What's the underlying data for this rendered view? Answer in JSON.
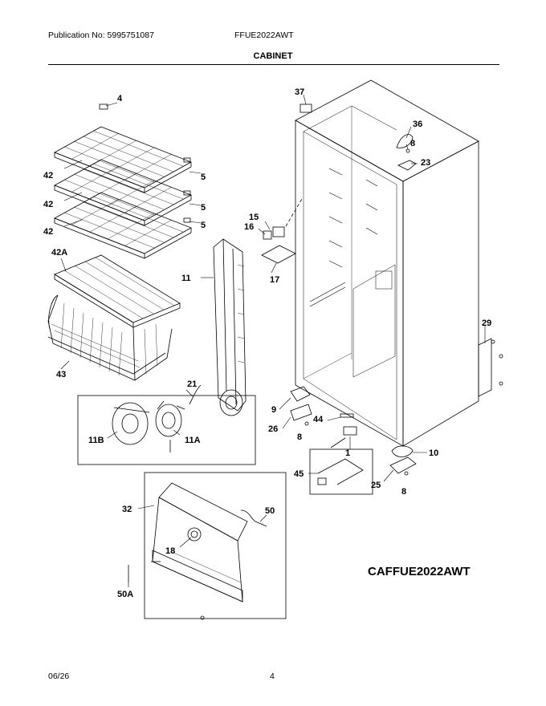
{
  "header": {
    "publication": "Publication No: 5995751087",
    "model": "FFUE2022AWT",
    "section_title": "CABINET"
  },
  "diagram_code": "CAFFUE2022AWT",
  "footer": {
    "date": "06/26",
    "page": "4"
  },
  "callouts": [
    "4",
    "42",
    "5",
    "42",
    "5",
    "42",
    "5",
    "42A",
    "11",
    "43",
    "21",
    "11B",
    "11A",
    "37",
    "36",
    "8",
    "23",
    "15",
    "16",
    "17",
    "29",
    "9",
    "44",
    "26",
    "8",
    "1",
    "10",
    "45",
    "25",
    "8",
    "32",
    "50",
    "18",
    "50A"
  ]
}
